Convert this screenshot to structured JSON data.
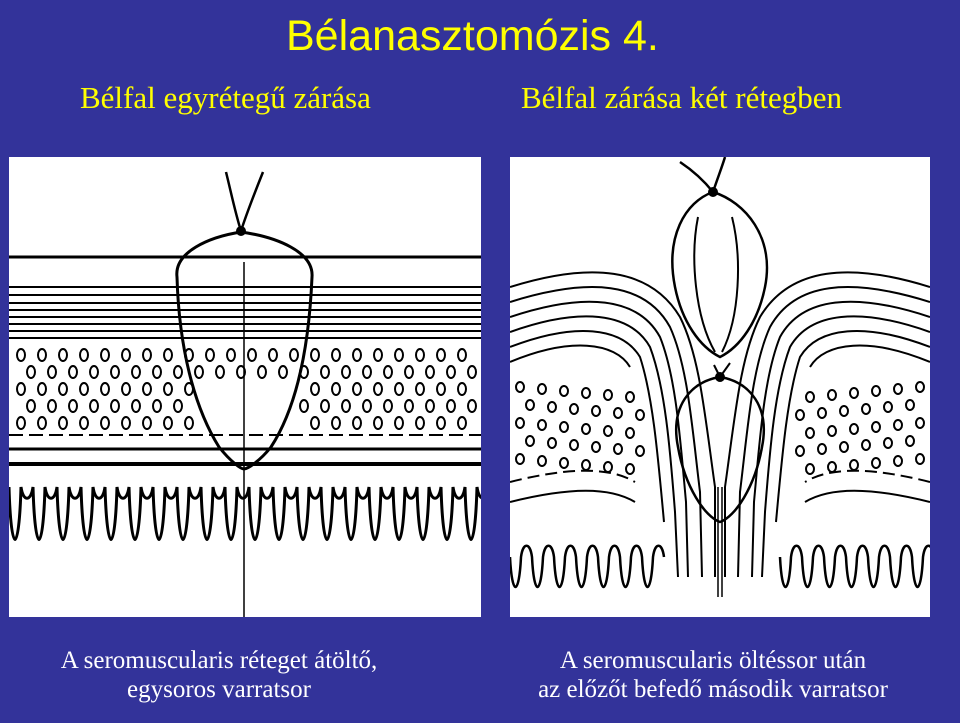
{
  "title": "Bélanasztomózis 4.",
  "left": {
    "heading": "Bélfal egyrétegű zárása",
    "caption_line1": "A seromuscularis réteget átöltő,",
    "caption_line2": "egysoros varratsor"
  },
  "right": {
    "heading": "Bélfal zárása két rétegben",
    "caption_line1": "A seromuscularis öltéssor után",
    "caption_line2": "az előzőt befedő második varratsor"
  },
  "colors": {
    "background": "#33339a",
    "title": "#ffff00",
    "caption": "#ffffff",
    "panel": "#ffffff",
    "ink": "#000000"
  }
}
